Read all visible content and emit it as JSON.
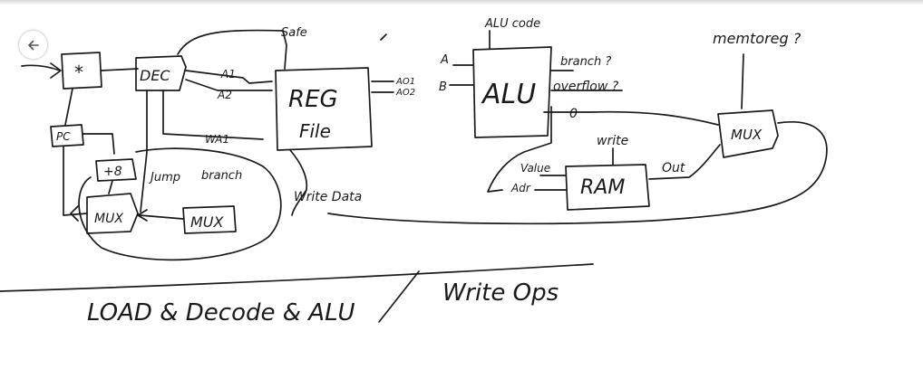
{
  "toolbar": {
    "back_icon": "arrow-left-icon"
  },
  "labels": {
    "safe": "Safe",
    "alu_code": "ALU code",
    "memtoreg": "memtoreg ?",
    "star": "*",
    "dec": "DEC",
    "a1": "A1",
    "a2": "A2",
    "wa1": "WA1",
    "reg_line1": "REG",
    "reg_line2": "File",
    "ao1": "AO1",
    "ao2": "AO2",
    "a_in": "A",
    "b_in": "B",
    "alu": "ALU",
    "branch_q": "branch ?",
    "overflow_q": "overflow ?",
    "zero": "0",
    "mux_right": "MUX",
    "pc": "PC",
    "plus8": "+8",
    "jump": "Jump",
    "branch": "branch",
    "mux_left": "MUX",
    "mux_mid": "MUX",
    "write_data": "Write Data",
    "write": "write",
    "value": "Value",
    "adr": "Adr",
    "ram": "RAM",
    "out": "Out",
    "section_left": "LOAD & Decode & ALU",
    "section_slash": "/",
    "section_right": "Write Ops"
  }
}
